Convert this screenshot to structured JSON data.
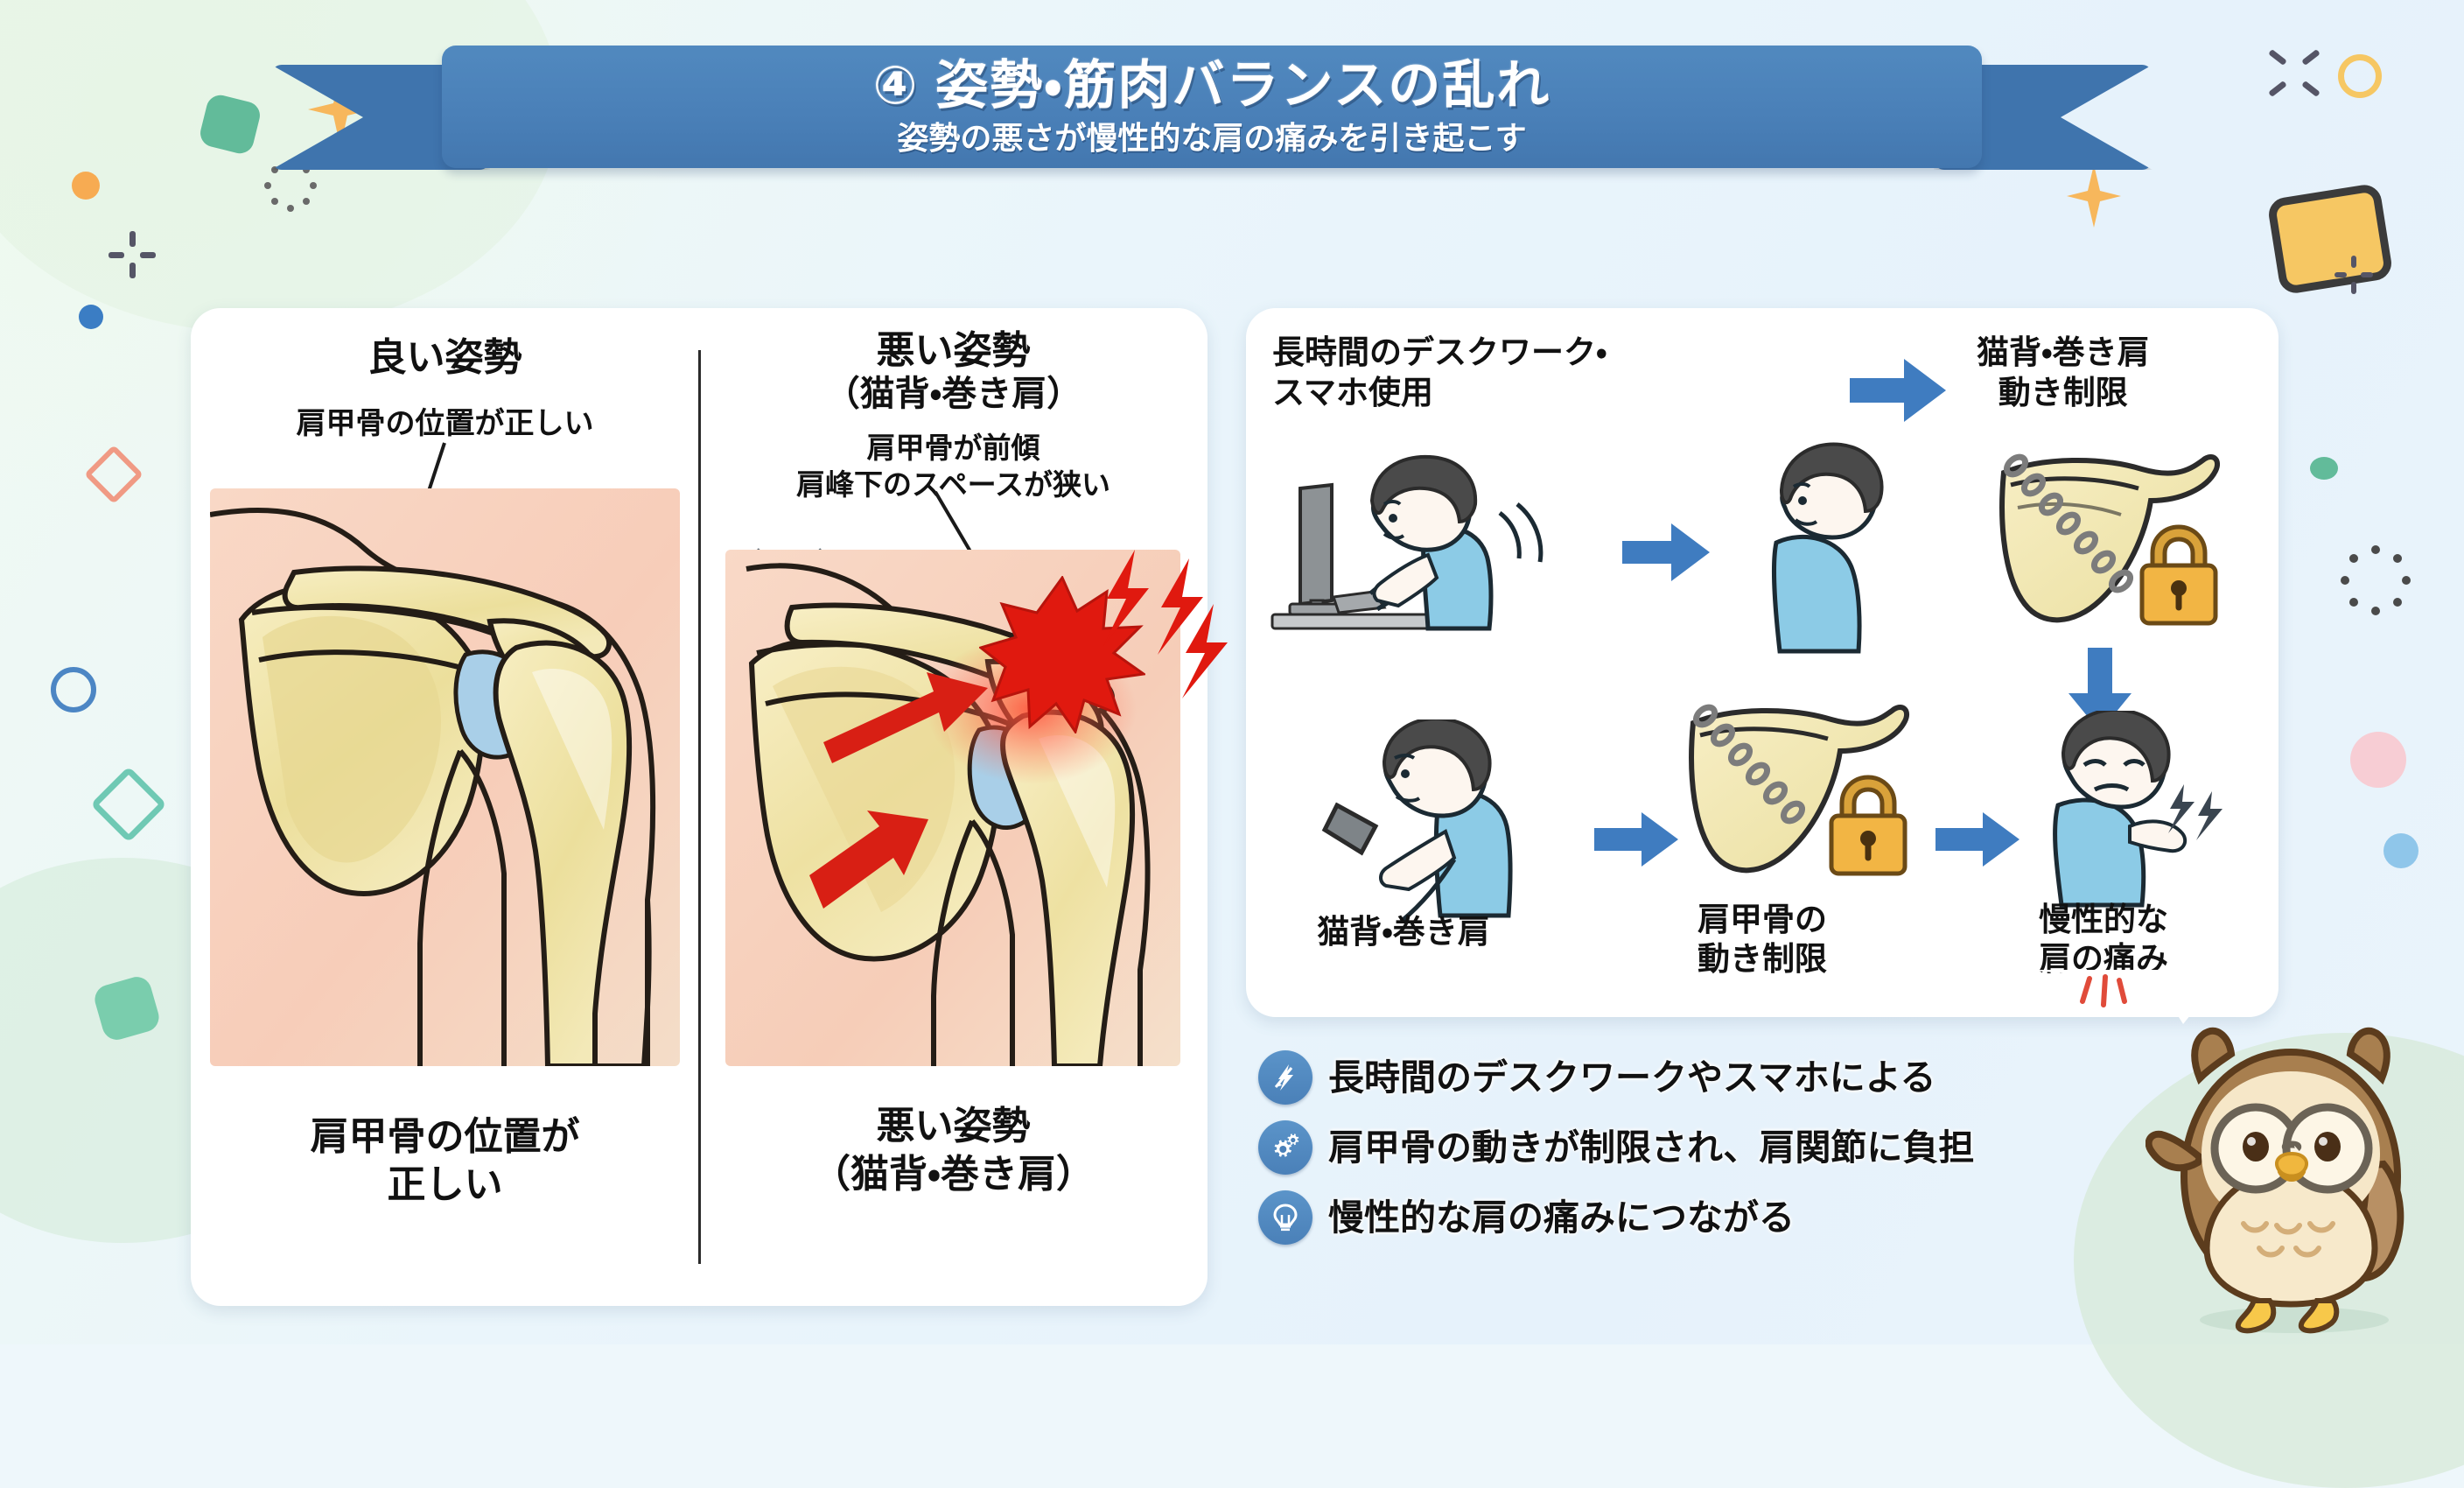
{
  "header": {
    "number": "④",
    "title": "④ 姿勢・筋肉バランスの乱れ",
    "subtitle": "姿勢の悪さが慢性的な肩の痛みを引き起こす",
    "ribbon_color": "#4a80b8"
  },
  "left_panel": {
    "good": {
      "title": "良い姿勢",
      "title_highlight_color": "#a8d4e8",
      "annotation": "肩甲骨の位置が正しい",
      "caption": "肩甲骨の位置が\n正しい"
    },
    "bad": {
      "title": "悪い姿勢",
      "title_paren": "（猫背・巻き肩）",
      "annotation_line1": "肩甲骨が前傾",
      "annotation_line2": "肩峰下のスペースが狭い",
      "x_mark": "✕",
      "caption": "悪い姿勢\n（猫背・巻き肩）"
    }
  },
  "right_panel": {
    "step1_label": "長時間のデスクワーク・\nスマホ使用",
    "step2_label": "猫背・巻き肩\n動き制限",
    "captions": [
      "猫背・巻き肩",
      "肩甲骨の\n動き制限",
      "慢性的な\n肩の痛み"
    ],
    "arrow_color": "#3f7cc0"
  },
  "bullets": [
    {
      "icon": "lightning-icon",
      "text": "長時間のデスクワークやスマホによる"
    },
    {
      "icon": "gears-icon",
      "text": "肩甲骨の動きが制限され、肩関節に負担"
    },
    {
      "icon": "lightbulb-icon",
      "text": "慢性的な肩の痛みにつながる"
    }
  ],
  "mascot": {
    "name": "owl-mascot",
    "body_color": "#a87f4f",
    "belly_color": "#f5e4c3",
    "beak_color": "#f0b73e"
  },
  "palette": {
    "bg_green": "#eef9ee",
    "bg_blue": "#e6f2fb",
    "bone": "#f0e3a8",
    "skin": "#f7d3bd",
    "joint_blue": "#a9cfe8",
    "pain_red": "#e01b16",
    "shirt_blue": "#8ccbe6",
    "lock_yellow": "#f2b544"
  }
}
